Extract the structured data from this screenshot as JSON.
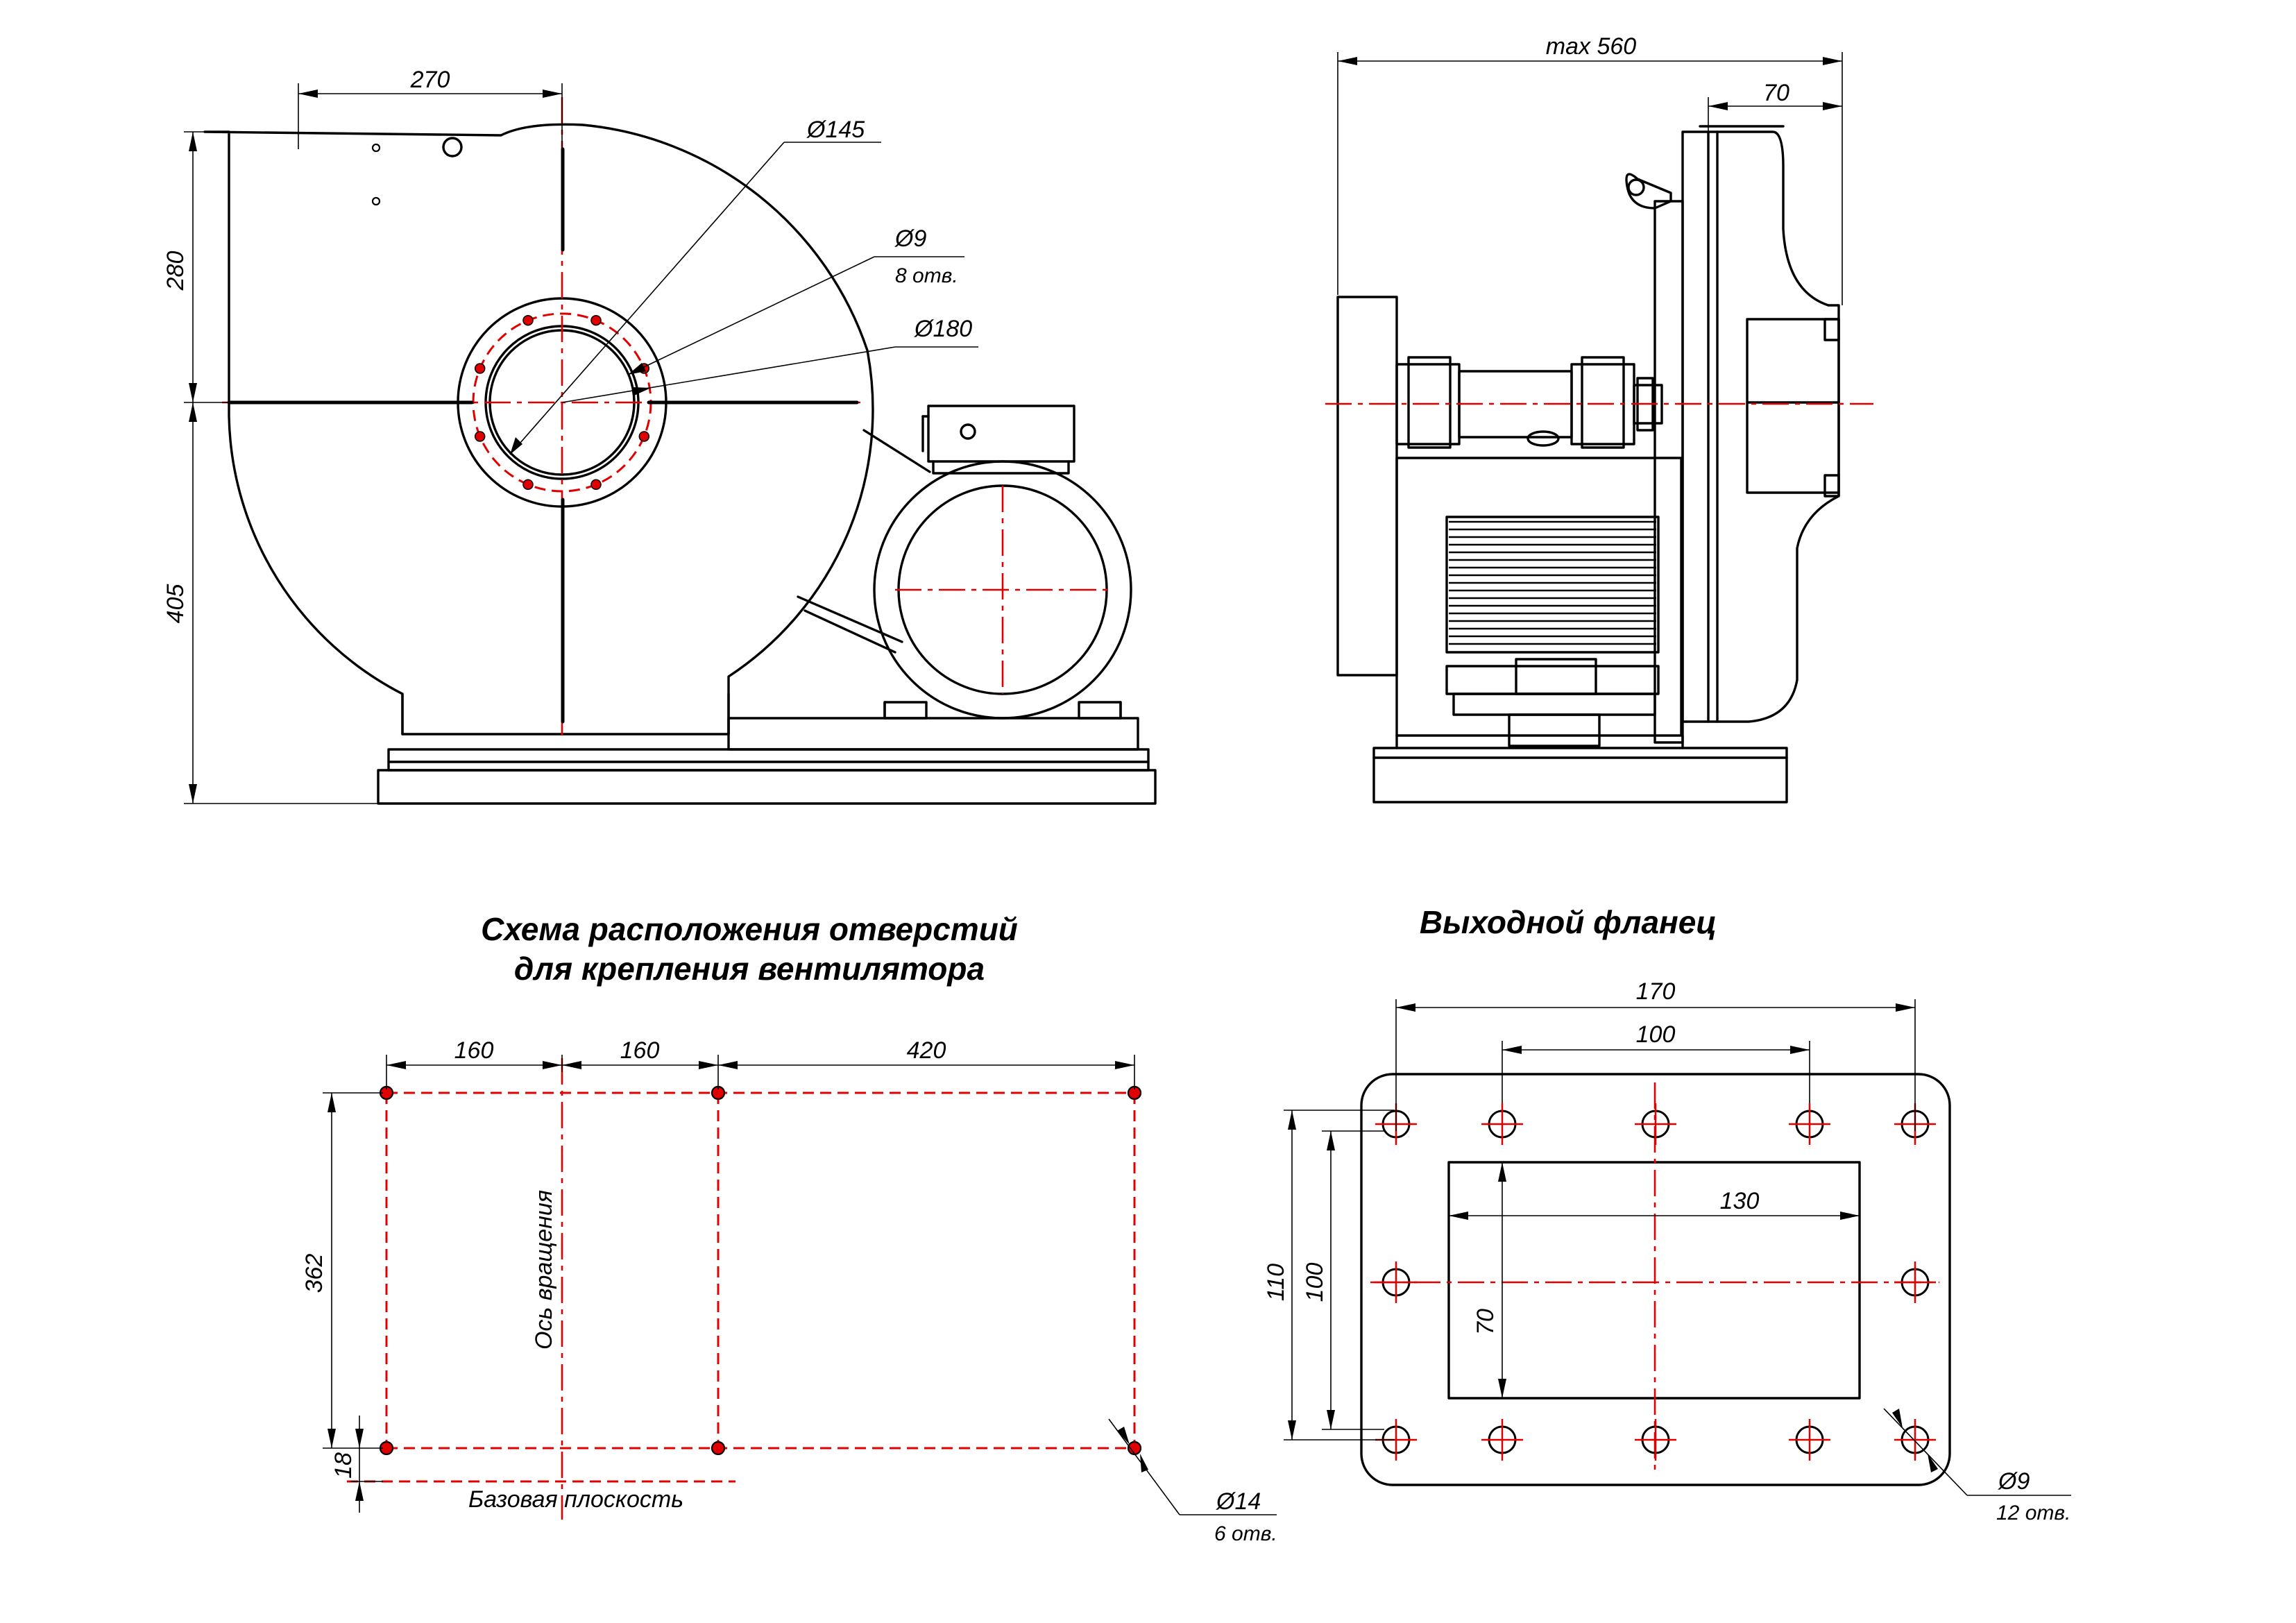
{
  "colors": {
    "outline": "#000000",
    "axis": "#e10000",
    "background": "#ffffff"
  },
  "side_view": {
    "dim_inlet_offset": "270",
    "dim_height_top": "280",
    "dim_height_bottom": "405",
    "dim_inlet_diameter": "Ø145",
    "dim_bolt_hole": "Ø9",
    "dim_bolt_hole_count": "8 отв.",
    "dim_bolt_circle": "Ø180"
  },
  "front_view": {
    "dim_max_width": "max 560",
    "dim_flange_depth": "70"
  },
  "mounting_scheme": {
    "title_line1": "Схема расположения отверстий",
    "title_line2": "для крепления вентилятора",
    "dim_a": "160",
    "dim_b": "160",
    "dim_c": "420",
    "dim_depth": "362",
    "dim_base_offset": "18",
    "rotation_axis_label": "Ось вращения",
    "base_plane_label": "Базовая  плоскость",
    "hole_diameter": "Ø14",
    "hole_count": "6 отв."
  },
  "outlet_flange": {
    "title": "Выходной фланец",
    "dim_outer_width": "170",
    "dim_hole_pitch": "100",
    "dim_opening_width": "130",
    "dim_outer_height": "110",
    "dim_inner_height": "100",
    "dim_opening_height": "70",
    "hole_diameter": "Ø9",
    "hole_count": "12 отв."
  }
}
